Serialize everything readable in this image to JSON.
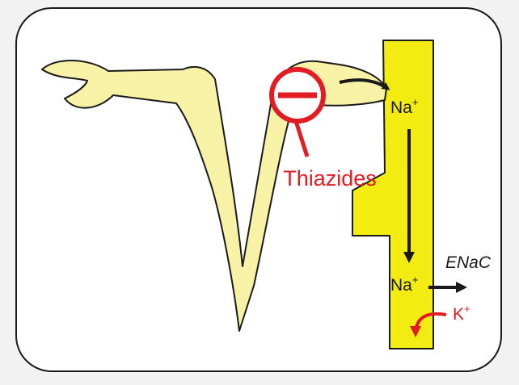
{
  "labels": {
    "drug": "Thiazides",
    "sodium_upper": "Na",
    "sodium_lower": "Na",
    "charge_plus": "+",
    "channel": "ENaC",
    "potassium": "K",
    "potassium_charge": "+"
  },
  "colors": {
    "tubule_pale": "#f7f2a6",
    "collecting_duct": "#f2ec12",
    "inhibition": "#e31b23",
    "outline": "#1a1a1a",
    "frame_fill": "#ffffff",
    "background": "#f2f2f2"
  },
  "icons": {
    "inhibition_symbol": "minus-in-circle",
    "flow_arrows": "arrow"
  }
}
